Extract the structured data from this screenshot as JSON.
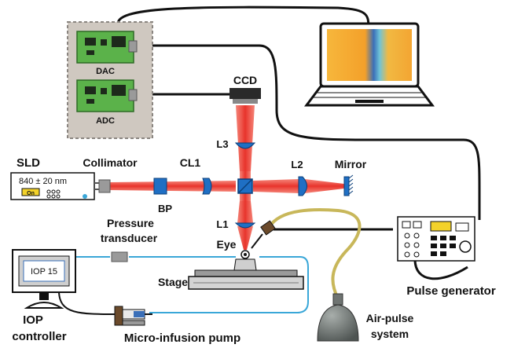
{
  "labels": {
    "ccd": "CCD",
    "dac": "DAC",
    "adc": "ADC",
    "sld": "SLD",
    "sld_wavelength": "840 ± 20 nm",
    "sld_on": "On",
    "collimator": "Collimator",
    "cl1": "CL1",
    "bp": "BP",
    "l1": "L1",
    "l2": "L2",
    "l3": "L3",
    "mirror": "Mirror",
    "pressure_transducer_1": "Pressure",
    "pressure_transducer_2": "transducer",
    "eye": "Eye",
    "stage": "Stage",
    "iop_display": "IOP 15",
    "iop_controller_1": "IOP",
    "iop_controller_2": "controller",
    "micro_infusion_pump": "Micro-infusion pump",
    "air_pulse_1": "Air-pulse",
    "air_pulse_2": "system",
    "pulse_generator": "Pulse generator"
  },
  "colors": {
    "beam": "#e8332b",
    "optic_blue": "#1f6fc4",
    "board_green": "#5bb24a",
    "enclosure": "#cfc8c0",
    "laptop_screen": "#f2a93b",
    "tube_yellow": "#c8b75a",
    "fluid_line": "#3aa7d8",
    "air_pulse_body": "#6f7472"
  }
}
